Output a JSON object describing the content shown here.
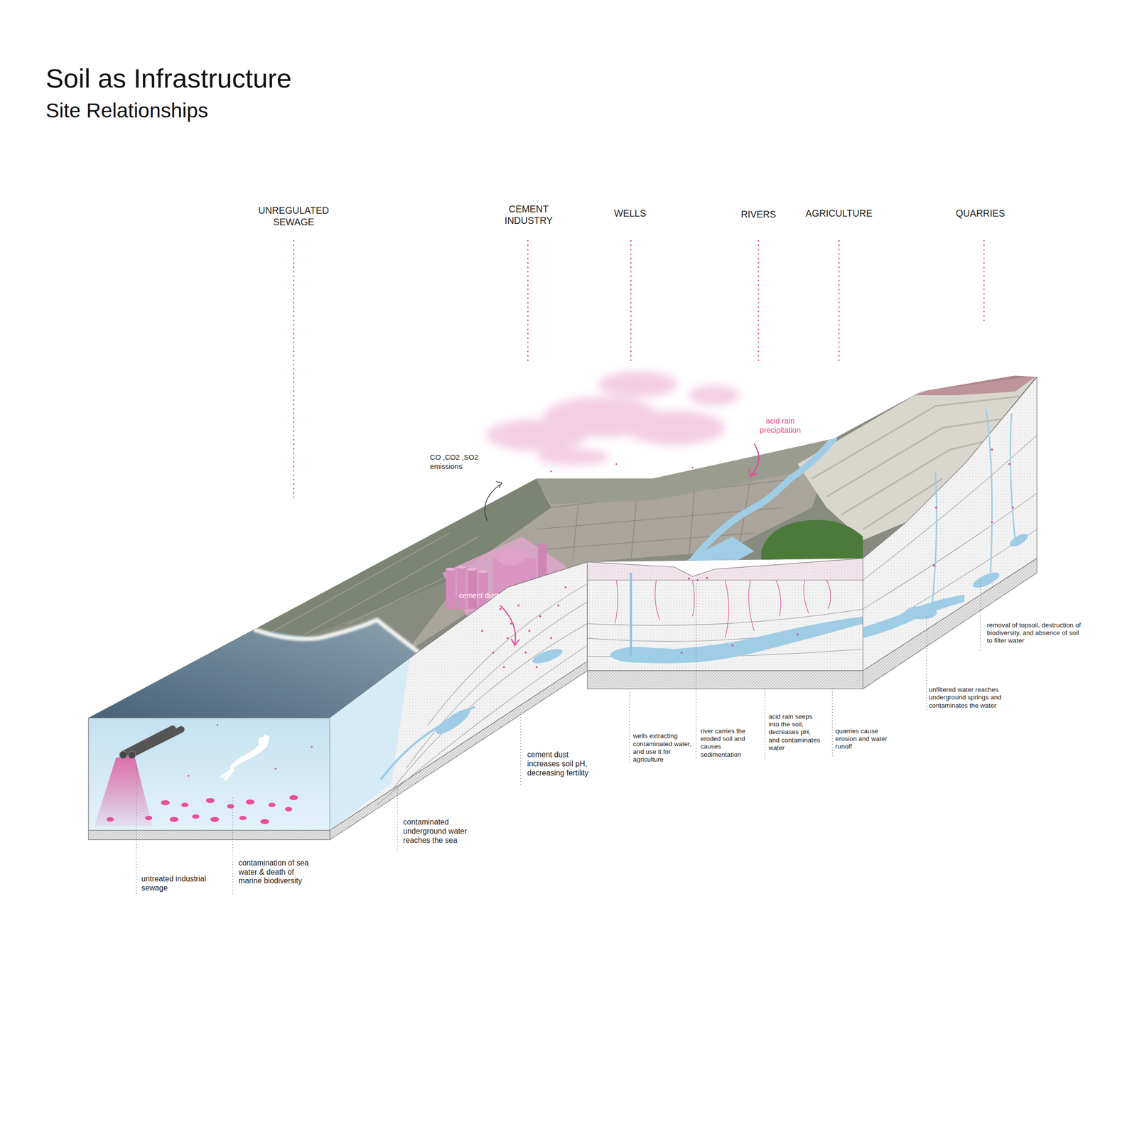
{
  "diagram": {
    "title": "Soil as Infrastructure",
    "labels": [
      "Site Relationships",
      "UNREGULATED SEWAGE",
      "CEMENT INDUSTRY",
      "WELLS",
      "RIVERS",
      "AGRICULTURE",
      "QUARRIES",
      "CO ,CO2 ,SO2 emissions",
      "acid rain precipitation",
      "cement dust",
      "removal of topsoil, destruction of biodiversity, and absence of soil to filter water",
      "unfiltered water reaches underground springs and contaminates the water",
      "quarries cause erosion and water runoff",
      "acid rain seeps into the soil, decreases pH, and contaminates water",
      "river carries the eroded soil and causes sedimentation",
      "wells extracting contaminated water, and use it for agriculture",
      "cement dust increases soil pH, decreasing fertility",
      "contaminated underground water reaches the sea",
      "contamination of sea water & death of marine biodiversity",
      "untreated industrial sewage"
    ]
  }
}
